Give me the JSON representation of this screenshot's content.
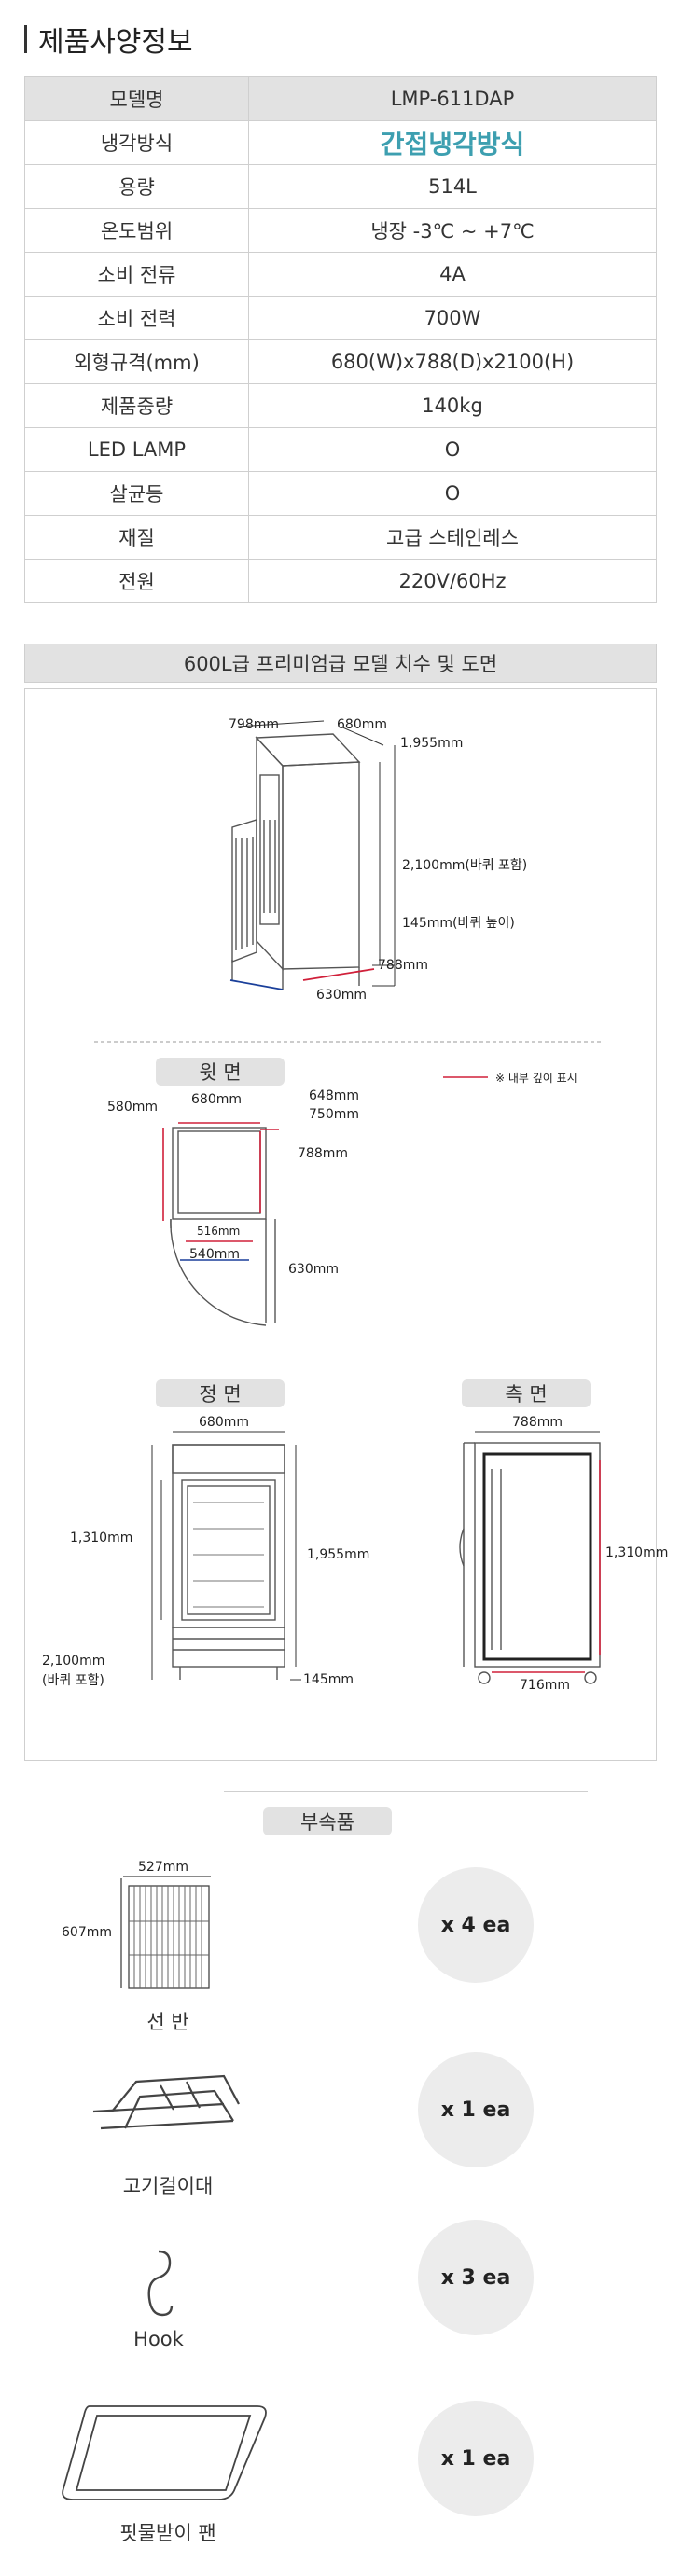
{
  "title": "제품사양정보",
  "specs": [
    {
      "key": "모델명",
      "value": "LMP-611DAP"
    },
    {
      "key": "냉각방식",
      "value": "간접냉각방식"
    },
    {
      "key": "용량",
      "value": "514L"
    },
    {
      "key": "온도범위",
      "value": "냉장 -3℃ ~ +7℃"
    },
    {
      "key": "소비 전류",
      "value": "4A"
    },
    {
      "key": "소비 전력",
      "value": "700W"
    },
    {
      "key": "외형규격(mm)",
      "value": "680(W)x788(D)x2100(H)"
    },
    {
      "key": "제품중량",
      "value": "140kg"
    },
    {
      "key": "LED LAMP",
      "value": "O"
    },
    {
      "key": "살균등",
      "value": "O"
    },
    {
      "key": "재질",
      "value": "고급 스테인레스"
    },
    {
      "key": "전원",
      "value": "220V/60Hz"
    }
  ],
  "drawing": {
    "heading": "600L급 프리미엄급 모델 치수 및 도면",
    "iso": {
      "w": "798mm",
      "d": "680mm",
      "h1": "1,955mm",
      "h2": "2,100mm(바퀴 포함)",
      "wheel": "145mm(바퀴 높이)",
      "d2": "788mm",
      "w2": "630mm"
    },
    "top": {
      "label": "윗 면",
      "legend": "※ 내부 깊이 표시",
      "d1": "580mm",
      "d2": "680mm",
      "d3": "648mm",
      "d4": "750mm",
      "d5": "788mm",
      "d6": "516mm",
      "d7": "540mm",
      "d8": "630mm"
    },
    "front": {
      "label": "정 면",
      "w": "680mm",
      "h1": "1,310mm",
      "h2": "1,955mm",
      "h3": "2,100mm",
      "h3b": "(바퀴 포함)",
      "wheel": "145mm"
    },
    "side": {
      "label": "측 면",
      "d": "788mm",
      "h": "1,310mm",
      "inner": "716mm"
    }
  },
  "accessories": {
    "heading": "부속품",
    "items": [
      {
        "name": "선 반",
        "qty": "x 4 ea",
        "w": "527mm",
        "h": "607mm"
      },
      {
        "name": "고기걸이대",
        "qty": "x 1 ea"
      },
      {
        "name": "Hook",
        "qty": "x 3 ea"
      },
      {
        "name": "핏물받이 팬",
        "qty": "x 1 ea"
      }
    ]
  },
  "colors": {
    "accent": "#3d9fb0",
    "header_bg": "#e2e2e2",
    "dim_red": "#d0203a",
    "dim_blue": "#1a3f9a"
  }
}
